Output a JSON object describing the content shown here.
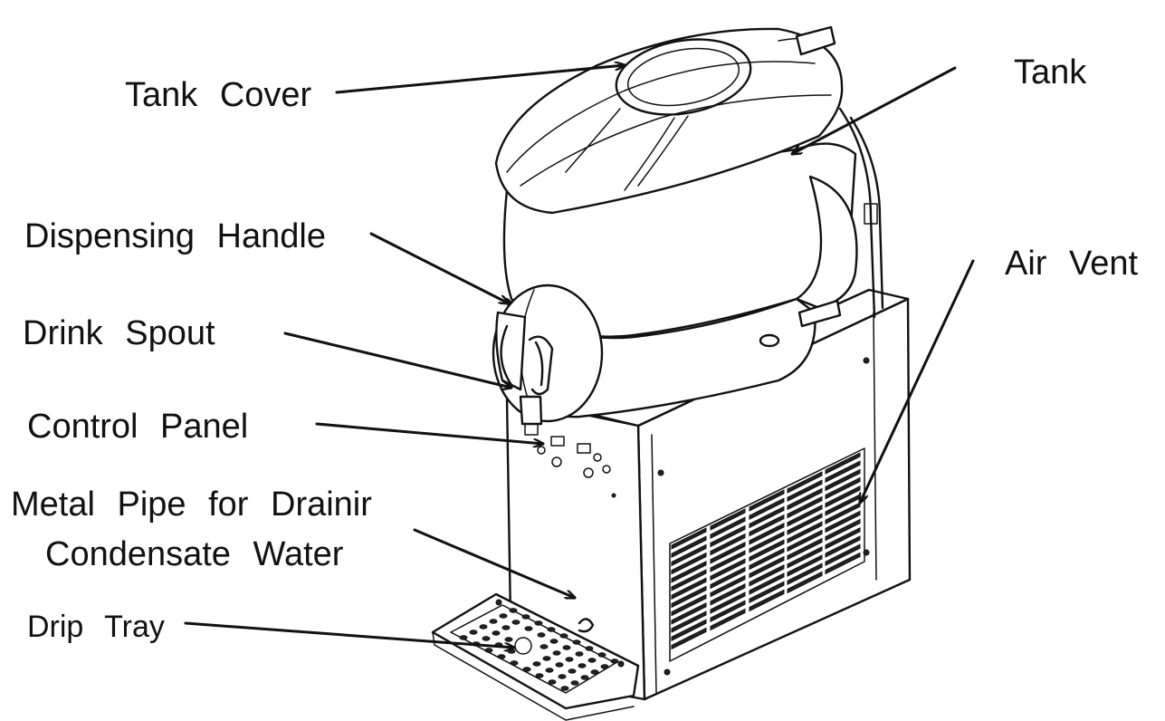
{
  "labels": {
    "tank_cover": "Tank Cover",
    "tank": "Tank",
    "dispensing_handle": "Dispensing Handle",
    "air_vent": "Air Vent",
    "drink_spout": "Drink Spout",
    "control_panel": "Control Panel",
    "metal_pipe_line1": "Metal Pipe for Drainir",
    "metal_pipe_line2": "Condensate Water",
    "drip_tray": "Drip Tray"
  },
  "colors": {
    "line": "#111111",
    "background": "#ffffff"
  }
}
